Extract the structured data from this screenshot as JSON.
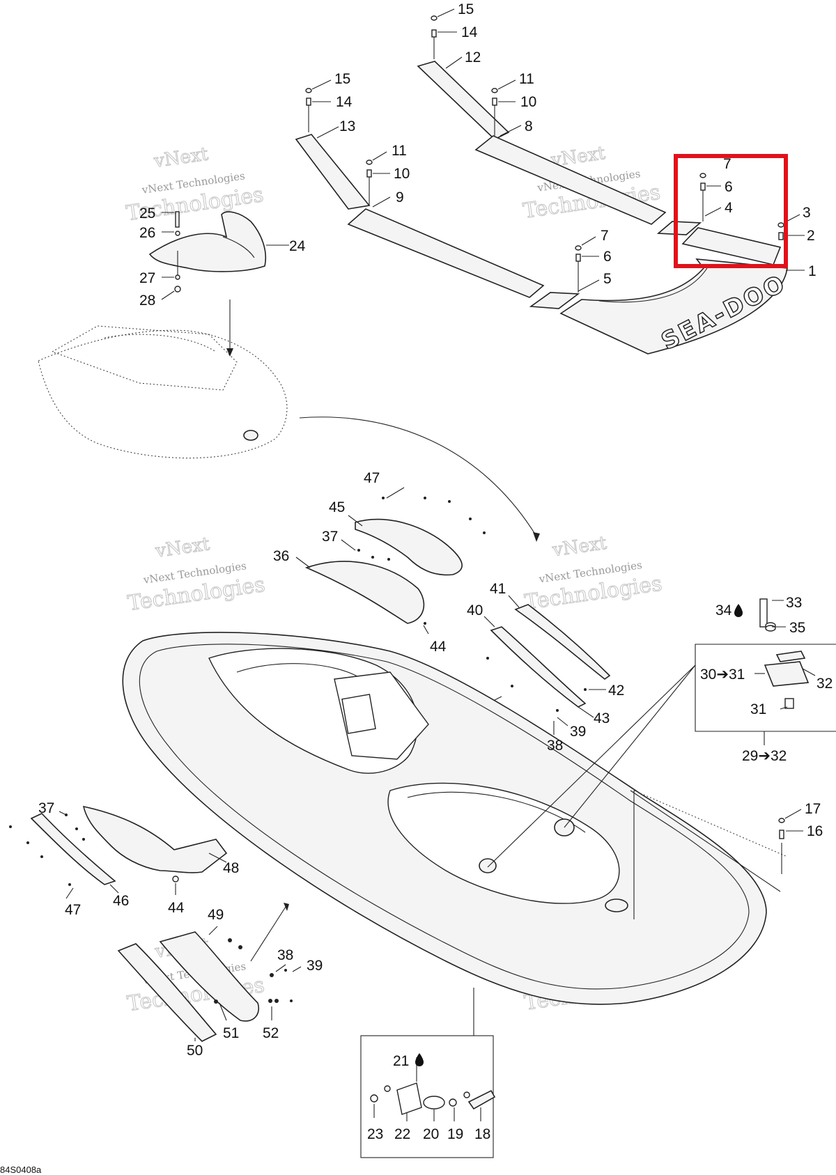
{
  "diagram": {
    "code": "84S0408a",
    "watermark": {
      "line1": "vNext Technologies",
      "line2": "Technologies",
      "line3": "vNext"
    },
    "highlight_color": "#e0121b",
    "callouts": [
      {
        "id": "c15a",
        "text": "15"
      },
      {
        "id": "c14a",
        "text": "14"
      },
      {
        "id": "c12",
        "text": "12"
      },
      {
        "id": "c15b",
        "text": "15"
      },
      {
        "id": "c14b",
        "text": "14"
      },
      {
        "id": "c13",
        "text": "13"
      },
      {
        "id": "c11a",
        "text": "11"
      },
      {
        "id": "c10a",
        "text": "10"
      },
      {
        "id": "c8",
        "text": "8"
      },
      {
        "id": "c11b",
        "text": "11"
      },
      {
        "id": "c10b",
        "text": "10"
      },
      {
        "id": "c9",
        "text": "9"
      },
      {
        "id": "c7a",
        "text": "7"
      },
      {
        "id": "c6a",
        "text": "6"
      },
      {
        "id": "c4",
        "text": "4"
      },
      {
        "id": "c3",
        "text": "3"
      },
      {
        "id": "c2",
        "text": "2"
      },
      {
        "id": "c1",
        "text": "1"
      },
      {
        "id": "c7b",
        "text": "7"
      },
      {
        "id": "c6b",
        "text": "6"
      },
      {
        "id": "c5",
        "text": "5"
      },
      {
        "id": "c25",
        "text": "25"
      },
      {
        "id": "c26",
        "text": "26"
      },
      {
        "id": "c24",
        "text": "24"
      },
      {
        "id": "c27",
        "text": "27"
      },
      {
        "id": "c28",
        "text": "28"
      },
      {
        "id": "c47a",
        "text": "47"
      },
      {
        "id": "c45",
        "text": "45"
      },
      {
        "id": "c37a",
        "text": "37"
      },
      {
        "id": "c36",
        "text": "36"
      },
      {
        "id": "c44a",
        "text": "44"
      },
      {
        "id": "c41",
        "text": "41"
      },
      {
        "id": "c40",
        "text": "40"
      },
      {
        "id": "c42",
        "text": "42"
      },
      {
        "id": "c43",
        "text": "43"
      },
      {
        "id": "c39a",
        "text": "39"
      },
      {
        "id": "c38a",
        "text": "38"
      },
      {
        "id": "c34",
        "text": "34"
      },
      {
        "id": "c33",
        "text": "33"
      },
      {
        "id": "c35",
        "text": "35"
      },
      {
        "id": "c30",
        "text": "30➔31"
      },
      {
        "id": "c32",
        "text": "32"
      },
      {
        "id": "c31",
        "text": "31"
      },
      {
        "id": "c29",
        "text": "29➔32"
      },
      {
        "id": "c17",
        "text": "17"
      },
      {
        "id": "c16",
        "text": "16"
      },
      {
        "id": "c37b",
        "text": "37"
      },
      {
        "id": "c48",
        "text": "48"
      },
      {
        "id": "c47b",
        "text": "47"
      },
      {
        "id": "c46",
        "text": "46"
      },
      {
        "id": "c44b",
        "text": "44"
      },
      {
        "id": "c49",
        "text": "49"
      },
      {
        "id": "c38b",
        "text": "38"
      },
      {
        "id": "c39b",
        "text": "39"
      },
      {
        "id": "c50",
        "text": "50"
      },
      {
        "id": "c51",
        "text": "51"
      },
      {
        "id": "c52",
        "text": "52"
      },
      {
        "id": "c21",
        "text": "21"
      },
      {
        "id": "c23",
        "text": "23"
      },
      {
        "id": "c22",
        "text": "22"
      },
      {
        "id": "c20",
        "text": "20"
      },
      {
        "id": "c19",
        "text": "19"
      },
      {
        "id": "c18",
        "text": "18"
      }
    ],
    "parts": {
      "mat_logo": "SEA-DOO"
    }
  }
}
